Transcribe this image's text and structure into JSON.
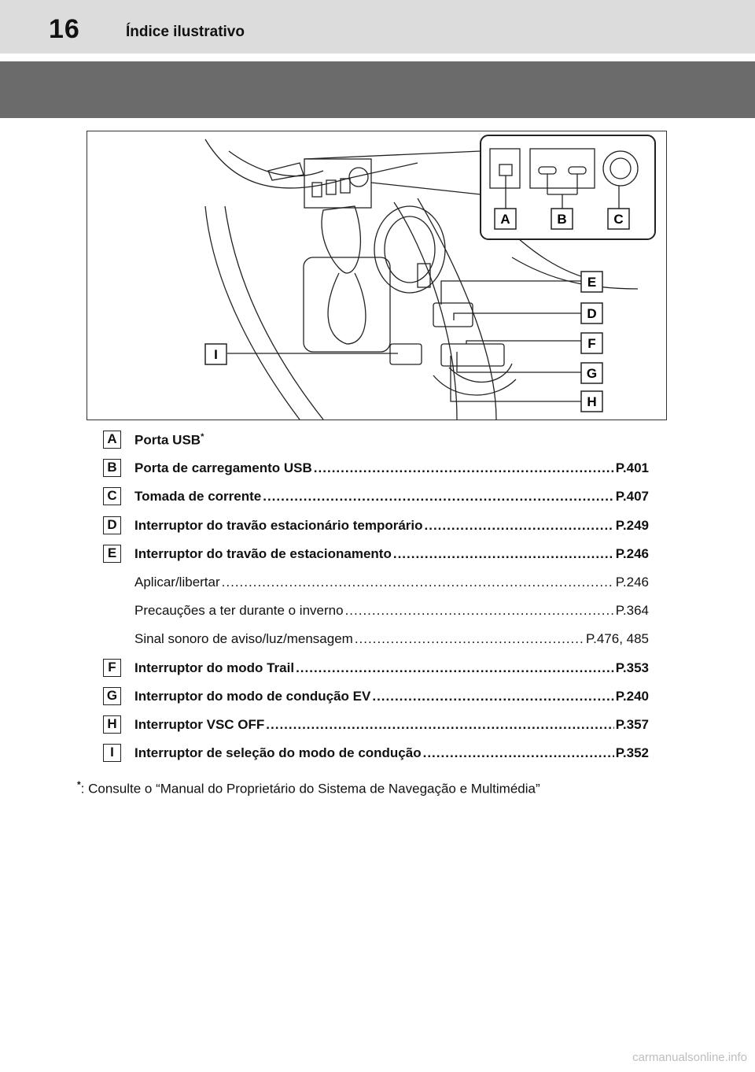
{
  "header": {
    "page_number": "16",
    "section_title": "Índice ilustrativo"
  },
  "figure": {
    "callouts": [
      "A",
      "B",
      "C",
      "E",
      "D",
      "F",
      "G",
      "H",
      "I"
    ]
  },
  "items": [
    {
      "letter": "A",
      "label": "Porta USB",
      "sup": "*",
      "page": "",
      "bold": true
    },
    {
      "letter": "B",
      "label": "Porta de carregamento USB ",
      "sup": "",
      "page": "P.401",
      "bold": true
    },
    {
      "letter": "C",
      "label": "Tomada de corrente ",
      "sup": "",
      "page": "P.407",
      "bold": true
    },
    {
      "letter": "D",
      "label": "Interruptor do travão estacionário temporário ",
      "sup": "",
      "page": "P.249",
      "bold": true
    },
    {
      "letter": "E",
      "label": "Interruptor do travão de estacionamento ",
      "sup": "",
      "page": "P.246",
      "bold": true
    },
    {
      "letter": "",
      "label": "Aplicar/libertar ",
      "sup": "",
      "page": "P.246",
      "bold": false
    },
    {
      "letter": "",
      "label": "Precauções a ter durante o inverno ",
      "sup": "",
      "page": "P.364",
      "bold": false
    },
    {
      "letter": "",
      "label": "Sinal sonoro de aviso/luz/mensagem ",
      "sup": "",
      "page": "P.476, 485",
      "bold": false
    },
    {
      "letter": "F",
      "label": "Interruptor do modo Trail ",
      "sup": "",
      "page": "P.353",
      "bold": true
    },
    {
      "letter": "G",
      "label": "Interruptor do modo de condução EV ",
      "sup": "",
      "page": "P.240",
      "bold": true
    },
    {
      "letter": "H",
      "label": "Interruptor VSC OFF ",
      "sup": "",
      "page": "P.357",
      "bold": true
    },
    {
      "letter": "I",
      "label": "Interruptor de seleção do modo de condução ",
      "sup": "",
      "page": "P.352",
      "bold": true
    }
  ],
  "footnote": {
    "mark": "*",
    "text": ": Consulte o “Manual do Proprietário do Sistema de Navegação e Multimédia”"
  },
  "watermark": "carmanualsonline.info"
}
